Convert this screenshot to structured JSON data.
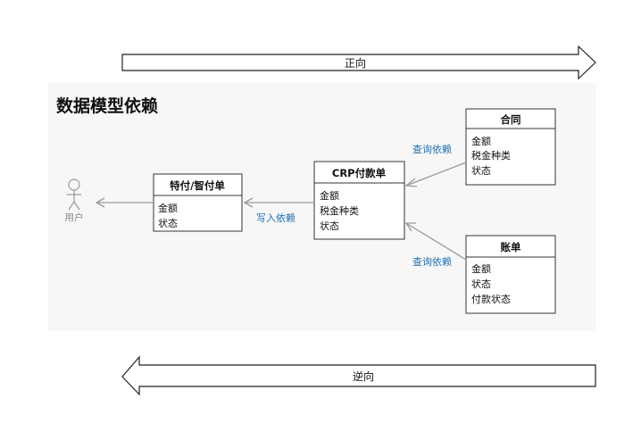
{
  "arrows": {
    "forward_label": "正向",
    "reverse_label": "逆向"
  },
  "diagram": {
    "title": "数据模型依赖",
    "actor_label": "用户",
    "entities": {
      "contract": {
        "title": "合同",
        "fields": [
          "金额",
          "税金种类",
          "状态"
        ]
      },
      "bill": {
        "title": "账单",
        "fields": [
          "金额",
          "状态",
          "付款状态"
        ]
      },
      "crp_payment": {
        "title": "CRP付款单",
        "fields": [
          "金额",
          "税金种类",
          "状态"
        ]
      },
      "special_payment": {
        "title": "特付/智付单",
        "fields": [
          "金额",
          "状态"
        ]
      }
    },
    "edges": {
      "contract_to_crp": "查询依赖",
      "bill_to_crp": "查询依赖",
      "crp_to_special": "写入依赖"
    }
  }
}
